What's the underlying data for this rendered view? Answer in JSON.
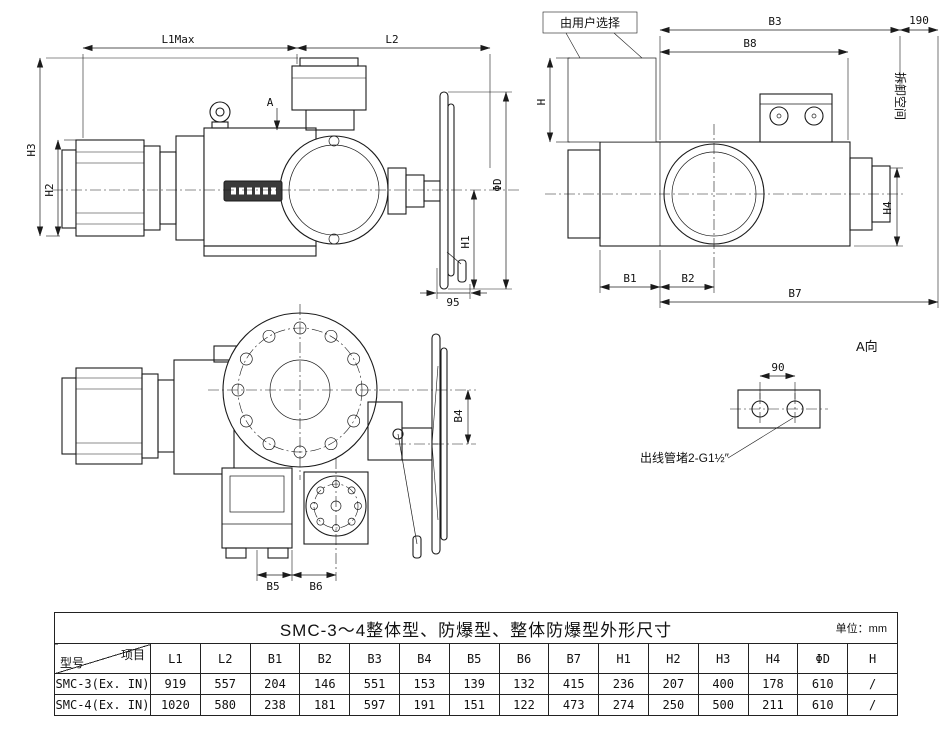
{
  "drawing": {
    "side": {
      "l1max": "L1Max",
      "l2": "L2",
      "section_a": "A",
      "h3": "H3",
      "h2": "H2",
      "h1": "H1",
      "phi_d": "ΦD",
      "dim_95": "95"
    },
    "plan": {
      "user_select": "由用户选择",
      "b3": "B3",
      "dim_190": "190",
      "b8": "B8",
      "h": "H",
      "removal_space": "拆卸空间",
      "h4": "H4",
      "b1": "B1",
      "b2": "B2",
      "b7": "B7"
    },
    "front": {
      "b4": "B4",
      "b5": "B5",
      "b6": "B6"
    },
    "aview": {
      "title": "A向",
      "dim_90": "90",
      "cable_gland": "出线管堵2-G1½″"
    }
  },
  "table": {
    "title": "SMC-3～4整体型、防爆型、整体防爆型外形尺寸",
    "unit_label": "单位：mm",
    "corner_top": "项目",
    "corner_bottom": "型号",
    "columns": [
      "L1",
      "L2",
      "B1",
      "B2",
      "B3",
      "B4",
      "B5",
      "B6",
      "B7",
      "H1",
      "H2",
      "H3",
      "H4",
      "ΦD",
      "H"
    ],
    "rows": [
      {
        "model": "SMC-3(Ex. IN)",
        "values": [
          "919",
          "557",
          "204",
          "146",
          "551",
          "153",
          "139",
          "132",
          "415",
          "236",
          "207",
          "400",
          "178",
          "610",
          "/"
        ]
      },
      {
        "model": "SMC-4(Ex. IN)",
        "values": [
          "1020",
          "580",
          "238",
          "181",
          "597",
          "191",
          "151",
          "122",
          "473",
          "274",
          "250",
          "500",
          "211",
          "610",
          "/"
        ]
      }
    ]
  }
}
